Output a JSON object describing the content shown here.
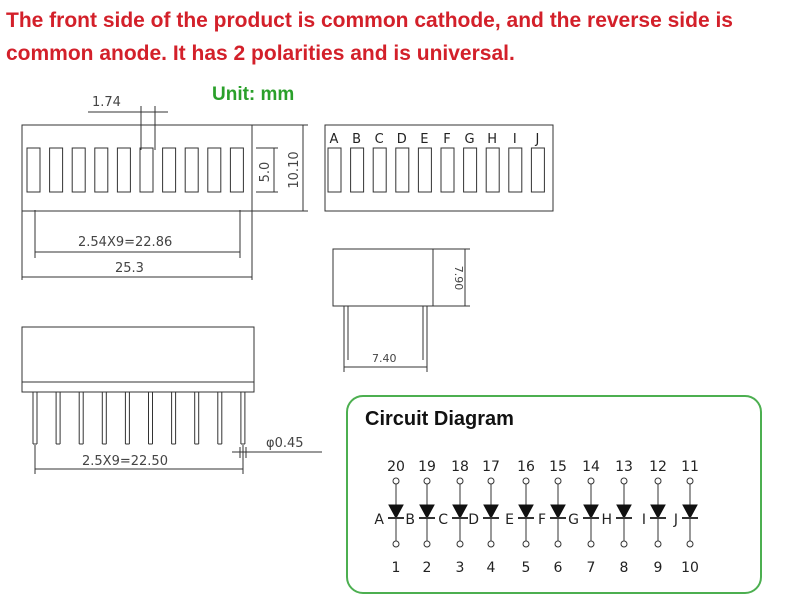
{
  "headline": {
    "line1": "The front side of the product is common cathode, and the reverse side is",
    "line2": "common anode. It has 2 polarities and is universal."
  },
  "unit_label": "Unit: mm",
  "dimensions": {
    "segment_width": "1.74",
    "pitch_total_top": "2.54X9=22.86",
    "body_length": "25.3",
    "segment_height": "5.0",
    "body_height": "10.10",
    "side_height": "7.90",
    "side_width": "7.40",
    "pitch_total_pins": "2.5X9=22.50",
    "pin_diameter": "φ0.45"
  },
  "segment_letters": [
    "A",
    "B",
    "C",
    "D",
    "E",
    "F",
    "G",
    "H",
    "I",
    "J"
  ],
  "circuit": {
    "title": "Circuit Diagram",
    "top_pins": [
      "20",
      "19",
      "18",
      "17",
      "16",
      "15",
      "14",
      "13",
      "12",
      "11"
    ],
    "bottom_pins": [
      "1",
      "2",
      "3",
      "4",
      "5",
      "6",
      "7",
      "8",
      "9",
      "10"
    ],
    "led_labels": [
      "A",
      "B",
      "C",
      "D",
      "E",
      "F",
      "G",
      "H",
      "I",
      "J"
    ]
  },
  "colors": {
    "headline": "#d3202a",
    "unit": "#2aa02a",
    "panel_border": "#4caf50",
    "drawing": "#333333"
  }
}
